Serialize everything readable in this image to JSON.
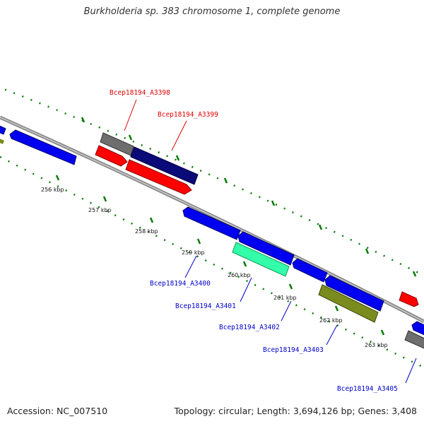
{
  "title": "Burkholderia sp. 383 chromosome 1, complete genome",
  "footer": {
    "accession": "Accession: NC_007510",
    "summary": "Topology: circular; Length: 3,694,126 bp; Genes: 3,408"
  },
  "colors": {
    "backbone": "#8c8c8c",
    "tick": "#0a7a0a",
    "label_red": "#dd0000",
    "label_blue": "#0000cc",
    "gene_blue": "#0000f0",
    "gene_red": "#ff0000",
    "gene_navy": "#0a0a78",
    "gene_gray": "#6e6e6e",
    "gene_teal": "#33ffaa",
    "gene_olive": "#7a8c1e"
  },
  "ticks": [
    "256 kbp",
    "257 kbp",
    "258 kbp",
    "259 kbp",
    "260 kbp",
    "261 kbp",
    "262 kbp",
    "263 kbp"
  ],
  "gene_labels": [
    {
      "text": "Bcep18194_A3398",
      "color": "red"
    },
    {
      "text": "Bcep18194_A3399",
      "color": "red"
    },
    {
      "text": "Bcep18194_A3400",
      "color": "blue"
    },
    {
      "text": "Bcep18194_A3401",
      "color": "blue"
    },
    {
      "text": "Bcep18194_A3402",
      "color": "blue"
    },
    {
      "text": "Bcep18194_A3403",
      "color": "blue"
    },
    {
      "text": "Bcep18194_A3405",
      "color": "blue"
    }
  ]
}
